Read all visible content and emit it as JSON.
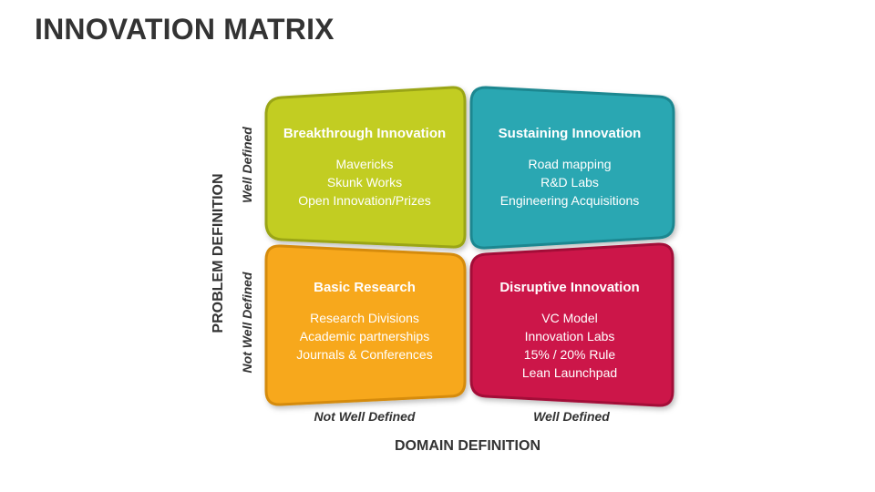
{
  "title": "INNOVATION MATRIX",
  "colors": {
    "breakthrough": "#C2CD22",
    "sustaining": "#2AA7B2",
    "basic": "#F7A81B",
    "disruptive": "#CC1849"
  },
  "y_axis": {
    "title": "PROBLEM DEFINITION",
    "top_label": "Well Defined",
    "bottom_label": "Not Well Defined"
  },
  "x_axis": {
    "title": "DOMAIN DEFINITION",
    "left_label": "Not Well Defined",
    "right_label": "Well Defined"
  },
  "quadrants": {
    "breakthrough": {
      "title": "Breakthrough Innovation",
      "items": [
        "Mavericks",
        "Skunk Works",
        "Open Innovation/Prizes"
      ]
    },
    "sustaining": {
      "title": "Sustaining Innovation",
      "items": [
        "Road mapping",
        "R&D Labs",
        "Engineering Acquisitions"
      ]
    },
    "basic": {
      "title": "Basic Research",
      "items": [
        "Research Divisions",
        "Academic partnerships",
        "Journals & Conferences"
      ]
    },
    "disruptive": {
      "title": "Disruptive Innovation",
      "items": [
        "VC Model",
        "Innovation Labs",
        "15% / 20% Rule",
        "Lean Launchpad"
      ]
    }
  }
}
